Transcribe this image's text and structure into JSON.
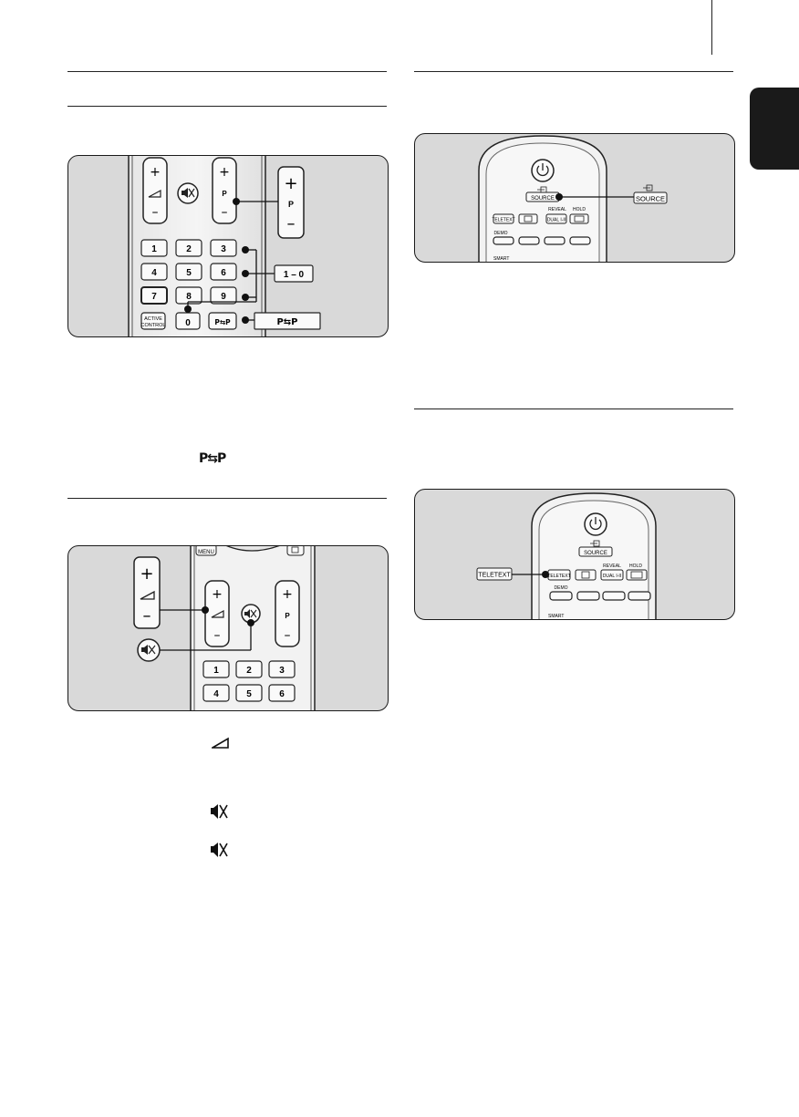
{
  "side_tab_color": "#1a1a1a",
  "remote1": {
    "keys": [
      "1",
      "2",
      "3",
      "4",
      "5",
      "6",
      "7",
      "8",
      "9",
      "0"
    ],
    "plus": "+",
    "minus": "–",
    "p": "P",
    "active_control_line1": "ACTIVE",
    "active_control_line2": "CONTROL",
    "swap_key": "P⇆P",
    "callout_p_plus": "+",
    "callout_p": "P",
    "callout_p_minus": "–",
    "callout_digits": "1 – 0",
    "callout_swap": "P⇆P"
  },
  "remote2": {
    "source_label": "SOURCE",
    "teletext": "TELETEXT",
    "reveal": "REVEAL",
    "dual": "DUAL I-II",
    "hold": "HOLD",
    "demo": "DEMO",
    "smart": "SMART",
    "callout_source": "SOURCE"
  },
  "remote3": {
    "menu": "MENU",
    "plus": "+",
    "minus": "–",
    "p": "P",
    "keys": [
      "1",
      "2",
      "3",
      "4",
      "5",
      "6"
    ],
    "callout_plus": "+",
    "callout_minus": "–"
  },
  "remote4": {
    "source_label": "SOURCE",
    "teletext": "TELETEXT",
    "reveal": "REVEAL",
    "dual": "DUAL I-II",
    "hold": "HOLD",
    "demo": "DEMO",
    "smart": "SMART",
    "callout_teletext": "TELETEXT"
  },
  "inline_symbols": {
    "swap": "P⇆P"
  }
}
